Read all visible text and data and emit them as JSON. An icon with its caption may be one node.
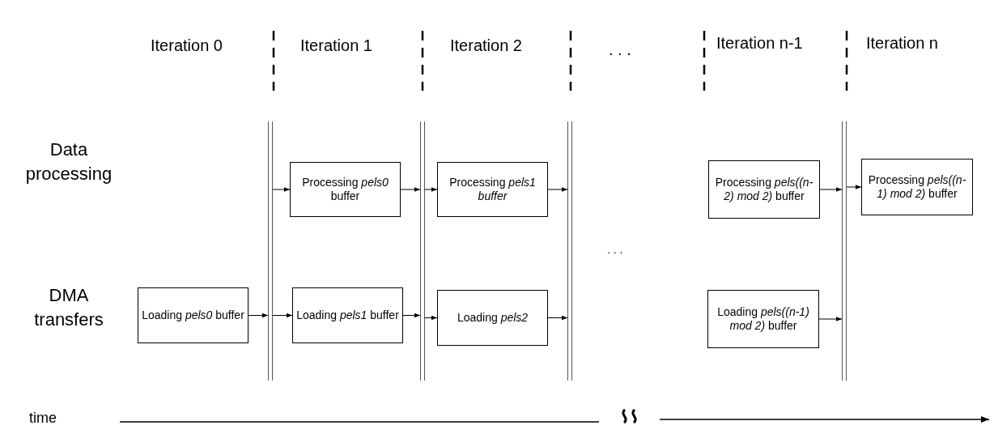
{
  "diagram": {
    "nodes": [
      {
        "text": [
          "Loading *pels0* buffer"
        ]
      },
      {
        "text": [
          "Processing *pels0* buffer"
        ]
      },
      {
        "text": [
          "Loading *pels1* buffer"
        ]
      },
      {
        "text": [
          "Processing *pels1 buffer*"
        ]
      },
      {
        "text": [
          "Loading *pels2*"
        ]
      },
      {
        "text": [
          "Processing *pels((n-2) mod 2)* buffer"
        ]
      },
      {
        "text": [
          "Processing *pels((n-1) mod 2)* buffer"
        ]
      },
      {
        "text": [
          "Loading *pels((n-1) mod 2)* buffer"
        ]
      },
      {
        "text": [],
        "shape": "bar"
      },
      {
        "text": [],
        "shape": "bar"
      },
      {
        "text": [],
        "shape": "bar"
      },
      {
        "text": [],
        "shape": "bar"
      }
    ],
    "edges": [
      {
        "from": 0,
        "to": 8,
        "arrow": "to"
      },
      {
        "from": 8,
        "to": 1,
        "arrow": "to"
      },
      {
        "from": 8,
        "to": 2,
        "arrow": "to"
      },
      {
        "from": 1,
        "to": 9,
        "arrow": "to"
      },
      {
        "from": 2,
        "to": 9,
        "arrow": "to"
      },
      {
        "from": 9,
        "to": 3,
        "arrow": "to"
      },
      {
        "from": 9,
        "to": 4,
        "arrow": "to"
      },
      {
        "from": 3,
        "to": 10,
        "arrow": "to"
      },
      {
        "from": 4,
        "to": 10,
        "arrow": "to"
      },
      {
        "from": 5,
        "to": 11,
        "arrow": "to"
      },
      {
        "from": 7,
        "to": 11,
        "arrow": "to"
      },
      {
        "from": 11,
        "to": 6,
        "arrow": "to"
      }
    ],
    "labels": [
      "Iteration 0",
      "Iteration 1",
      "Iteration 2",
      ". . .",
      "Iteration n-1",
      "Iteration n",
      "Data processing",
      "DMA transfers",
      ". . .",
      "time"
    ]
  }
}
